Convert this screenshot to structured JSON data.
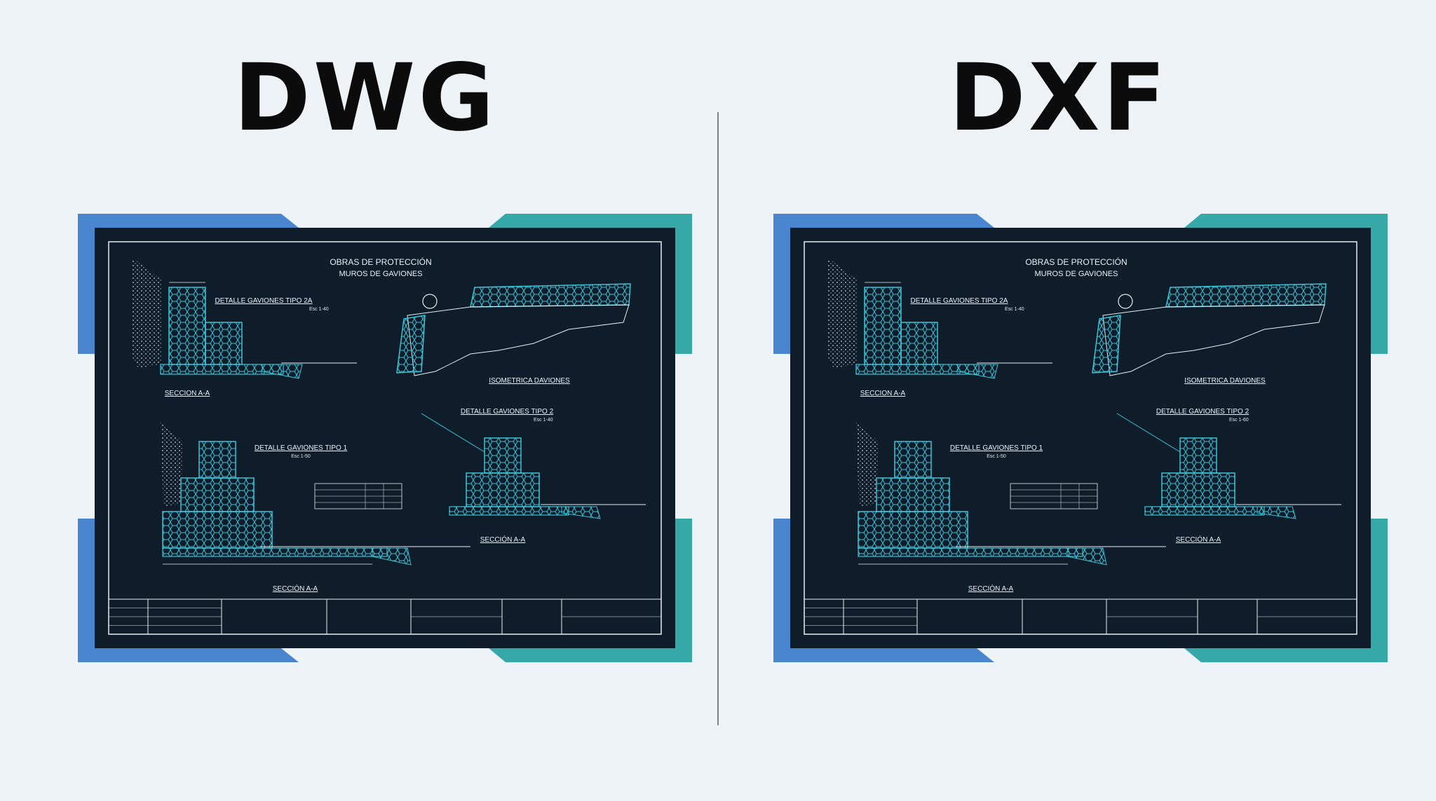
{
  "colors": {
    "background": "#eef3f8",
    "blue_accent": "#4a86d0",
    "teal_accent": "#36a8a8",
    "blueprint": "#0f1d2b",
    "cad_cyan": "#39c4d8"
  },
  "panels": [
    {
      "heading": "DWG",
      "title": "OBRAS DE PROTECCIÓN",
      "subtitle": "MUROS DE GAVIONES",
      "detail_2a": "DETALLE GAVIONES TIPO 2A",
      "scale_2a": "Esc 1-40",
      "section_left": "SECCION A-A",
      "isometric": "ISOMETRICA DAVIONES",
      "detail_1": "DETALLE GAVIONES TIPO 1",
      "scale_1": "Esc 1-50",
      "detail_2": "DETALLE GAVIONES TIPO 2",
      "scale_2": "Esc 1-40",
      "section_right": "SECCIÓN A-A",
      "section_bottom": "SECCIÓN A-A"
    },
    {
      "heading": "DXF",
      "title": "OBRAS DE PROTECCIÓN",
      "subtitle": "MUROS DE GAVIONES",
      "detail_2a": "DETALLE GAVIONES TIPO 2A",
      "scale_2a": "Esc 1-40",
      "section_left": "SECCION A-A",
      "isometric": "ISOMETRICA DAVIONES",
      "detail_1": "DETALLE GAVIONES TIPO 1",
      "scale_1": "Esc 1-50",
      "detail_2": "DETALLE GAVIONES TIPO 2",
      "scale_2": "Esc 1-60",
      "section_right": "SECCIÓN A-A",
      "section_bottom": "SECCIÓN A-A"
    }
  ]
}
